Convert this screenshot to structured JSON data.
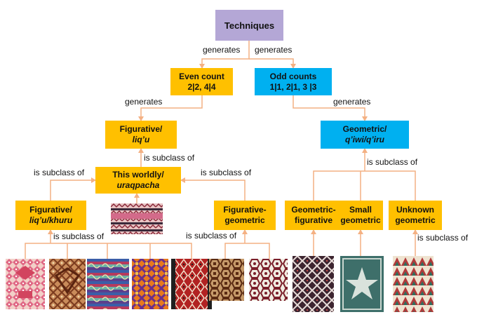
{
  "nodes": {
    "techniques": {
      "line1": "Techniques"
    },
    "even_count": {
      "line1": "Even count",
      "line2": "2|2, 4|4"
    },
    "odd_counts": {
      "line1": "Odd counts",
      "line2": "1|1, 2|1, 3 |3"
    },
    "figurative_liqu": {
      "line1": "Figurative/",
      "line2": "liq’u"
    },
    "geometric_qiwi": {
      "line1": "Geometric/",
      "line2": "q’iwi/q’iru"
    },
    "this_worldly": {
      "line1": "This worldly/",
      "line2": "uraqpacha"
    },
    "figurative_khuru": {
      "line1": "Figurative/",
      "line2": "liq’u/khuru"
    },
    "figurative_geometric": {
      "line1": "Figurative-",
      "line2": "geometric"
    },
    "geometric_figurative": {
      "line1": "Geometric-",
      "line2": "figurative"
    },
    "small_geometric": {
      "line1": "Small",
      "line2": "geometric"
    },
    "unknown_geometric": {
      "line1": "Unknown",
      "line2": "geometric"
    }
  },
  "edge_labels": {
    "gen_left": "generates",
    "gen_right": "generates",
    "gen_even": "generates",
    "gen_odd": "generates",
    "sub_liqu": "is subclass of",
    "sub_khuru_up": "is subclass of",
    "sub_figgeo_up": "is subclass of",
    "sub_geo": "is subclass of",
    "sub_khuru_imgs": "is subclass of",
    "sub_figgeo_imgs": "is subclass of",
    "sub_unknown_imgs": "is subclass of"
  },
  "colors": {
    "root": "#b4a7d6",
    "even_branch": "#ffc000",
    "odd_branch": "#00b0f0",
    "connector": "#f4b183"
  },
  "textile_images": [
    {
      "name": "textile-pink-figurative",
      "motif": "pink-figures"
    },
    {
      "name": "textile-brown-bird",
      "motif": "bird"
    },
    {
      "name": "textile-striped-hooks",
      "motif": "stripes"
    },
    {
      "name": "textile-orange-spiral",
      "motif": "spiral"
    },
    {
      "name": "textile-red-diamond",
      "motif": "diamond"
    },
    {
      "name": "textile-hexagon-diamond",
      "motif": "hexagon"
    },
    {
      "name": "textile-hexagon-white",
      "motif": "hexagon-white"
    },
    {
      "name": "textile-zigzag-diamond",
      "motif": "zigzag"
    },
    {
      "name": "textile-star-green",
      "motif": "star"
    },
    {
      "name": "textile-triangles-multicolor",
      "motif": "triangles"
    },
    {
      "name": "textile-this-worldly-sample",
      "motif": "band"
    }
  ]
}
